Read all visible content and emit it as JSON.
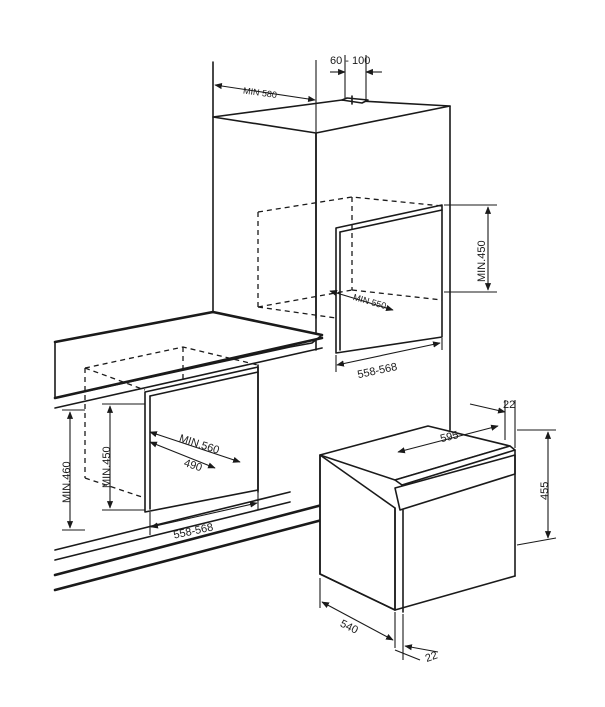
{
  "colors": {
    "line": "#1a1a1a",
    "background": "#ffffff"
  },
  "tall_cabinet": {
    "vent_label": "60 - 100",
    "depth_label": "MIN 580",
    "niche_height_label": "MIN.450",
    "niche_depth_label": "MIN 550",
    "niche_width_label": "558-568"
  },
  "under_counter": {
    "height_outer_label": "MIN.460",
    "height_inner_label": "MIN.450",
    "depth_outer_label": "MIN.560",
    "depth_inner_label": "490",
    "width_label": "558-568"
  },
  "oven": {
    "thickness_top_label": "22",
    "width_label": "595",
    "height_label": "455",
    "depth_label": "540",
    "thickness_bottom_label": "22"
  }
}
